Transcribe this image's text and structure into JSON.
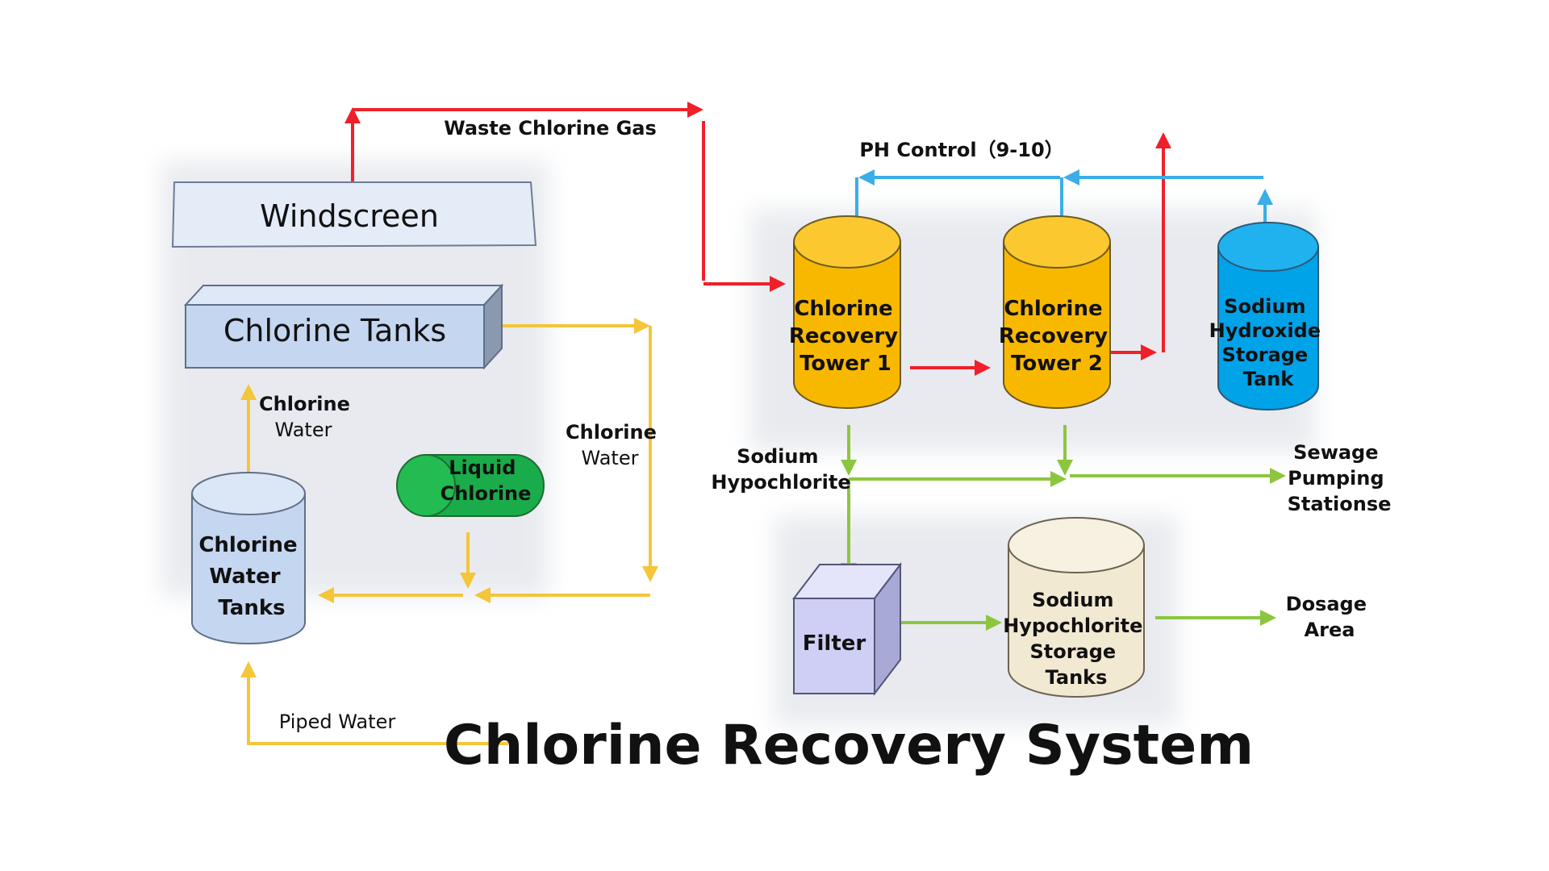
{
  "title": "Chlorine Recovery System",
  "components": {
    "windscreen": "Windscreen",
    "chlorine_tanks": "Chlorine Tanks",
    "chlorine_water_tanks": [
      "Chlorine",
      "Water",
      "Tanks"
    ],
    "liquid_chlorine": [
      "Liquid",
      "Chlorine"
    ],
    "tower1": [
      "Chlorine",
      "Recovery",
      "Tower 1"
    ],
    "tower2": [
      "Chlorine",
      "Recovery",
      "Tower 2"
    ],
    "naoh_tank": [
      "Sodium",
      "Hydroxide",
      "Storage",
      "Tank"
    ],
    "filter": "Filter",
    "naocl_tanks": [
      "Sodium",
      "Hypochlorite",
      "Storage",
      "Tanks"
    ]
  },
  "flow_labels": {
    "waste_gas": "Waste Chlorine Gas",
    "ph_control": "PH Control（9-10）",
    "chlorine_water_left": [
      "Chlorine",
      "Water"
    ],
    "chlorine_water_right": [
      "Chlorine",
      "Water"
    ],
    "sodium_hypochlorite": [
      "Sodium",
      "Hypochlorite"
    ],
    "sewage": [
      "Sewage",
      "Pumping",
      "Stationse"
    ],
    "dosage": [
      "Dosage",
      "Area"
    ],
    "piped_water": "Piped Water"
  },
  "colors": {
    "waste_gas_line": "#f0202a",
    "ph_control_line": "#3aaee8",
    "chlorine_water_line": "#f5c53a",
    "hypochlorite_line": "#8cc63f",
    "tower_fill": "#f9b800",
    "naoh_fill": "#00a2e8",
    "liquid_chlorine_fill": "#1aac4a",
    "filter_fill": "#cfcff5",
    "naocl_fill": "#f2e9d2",
    "water_tank_fill": "#c4d6f0",
    "chlorine_tanks_fill": "#c4d6f0",
    "windscreen_fill": "#e4ecf8"
  }
}
